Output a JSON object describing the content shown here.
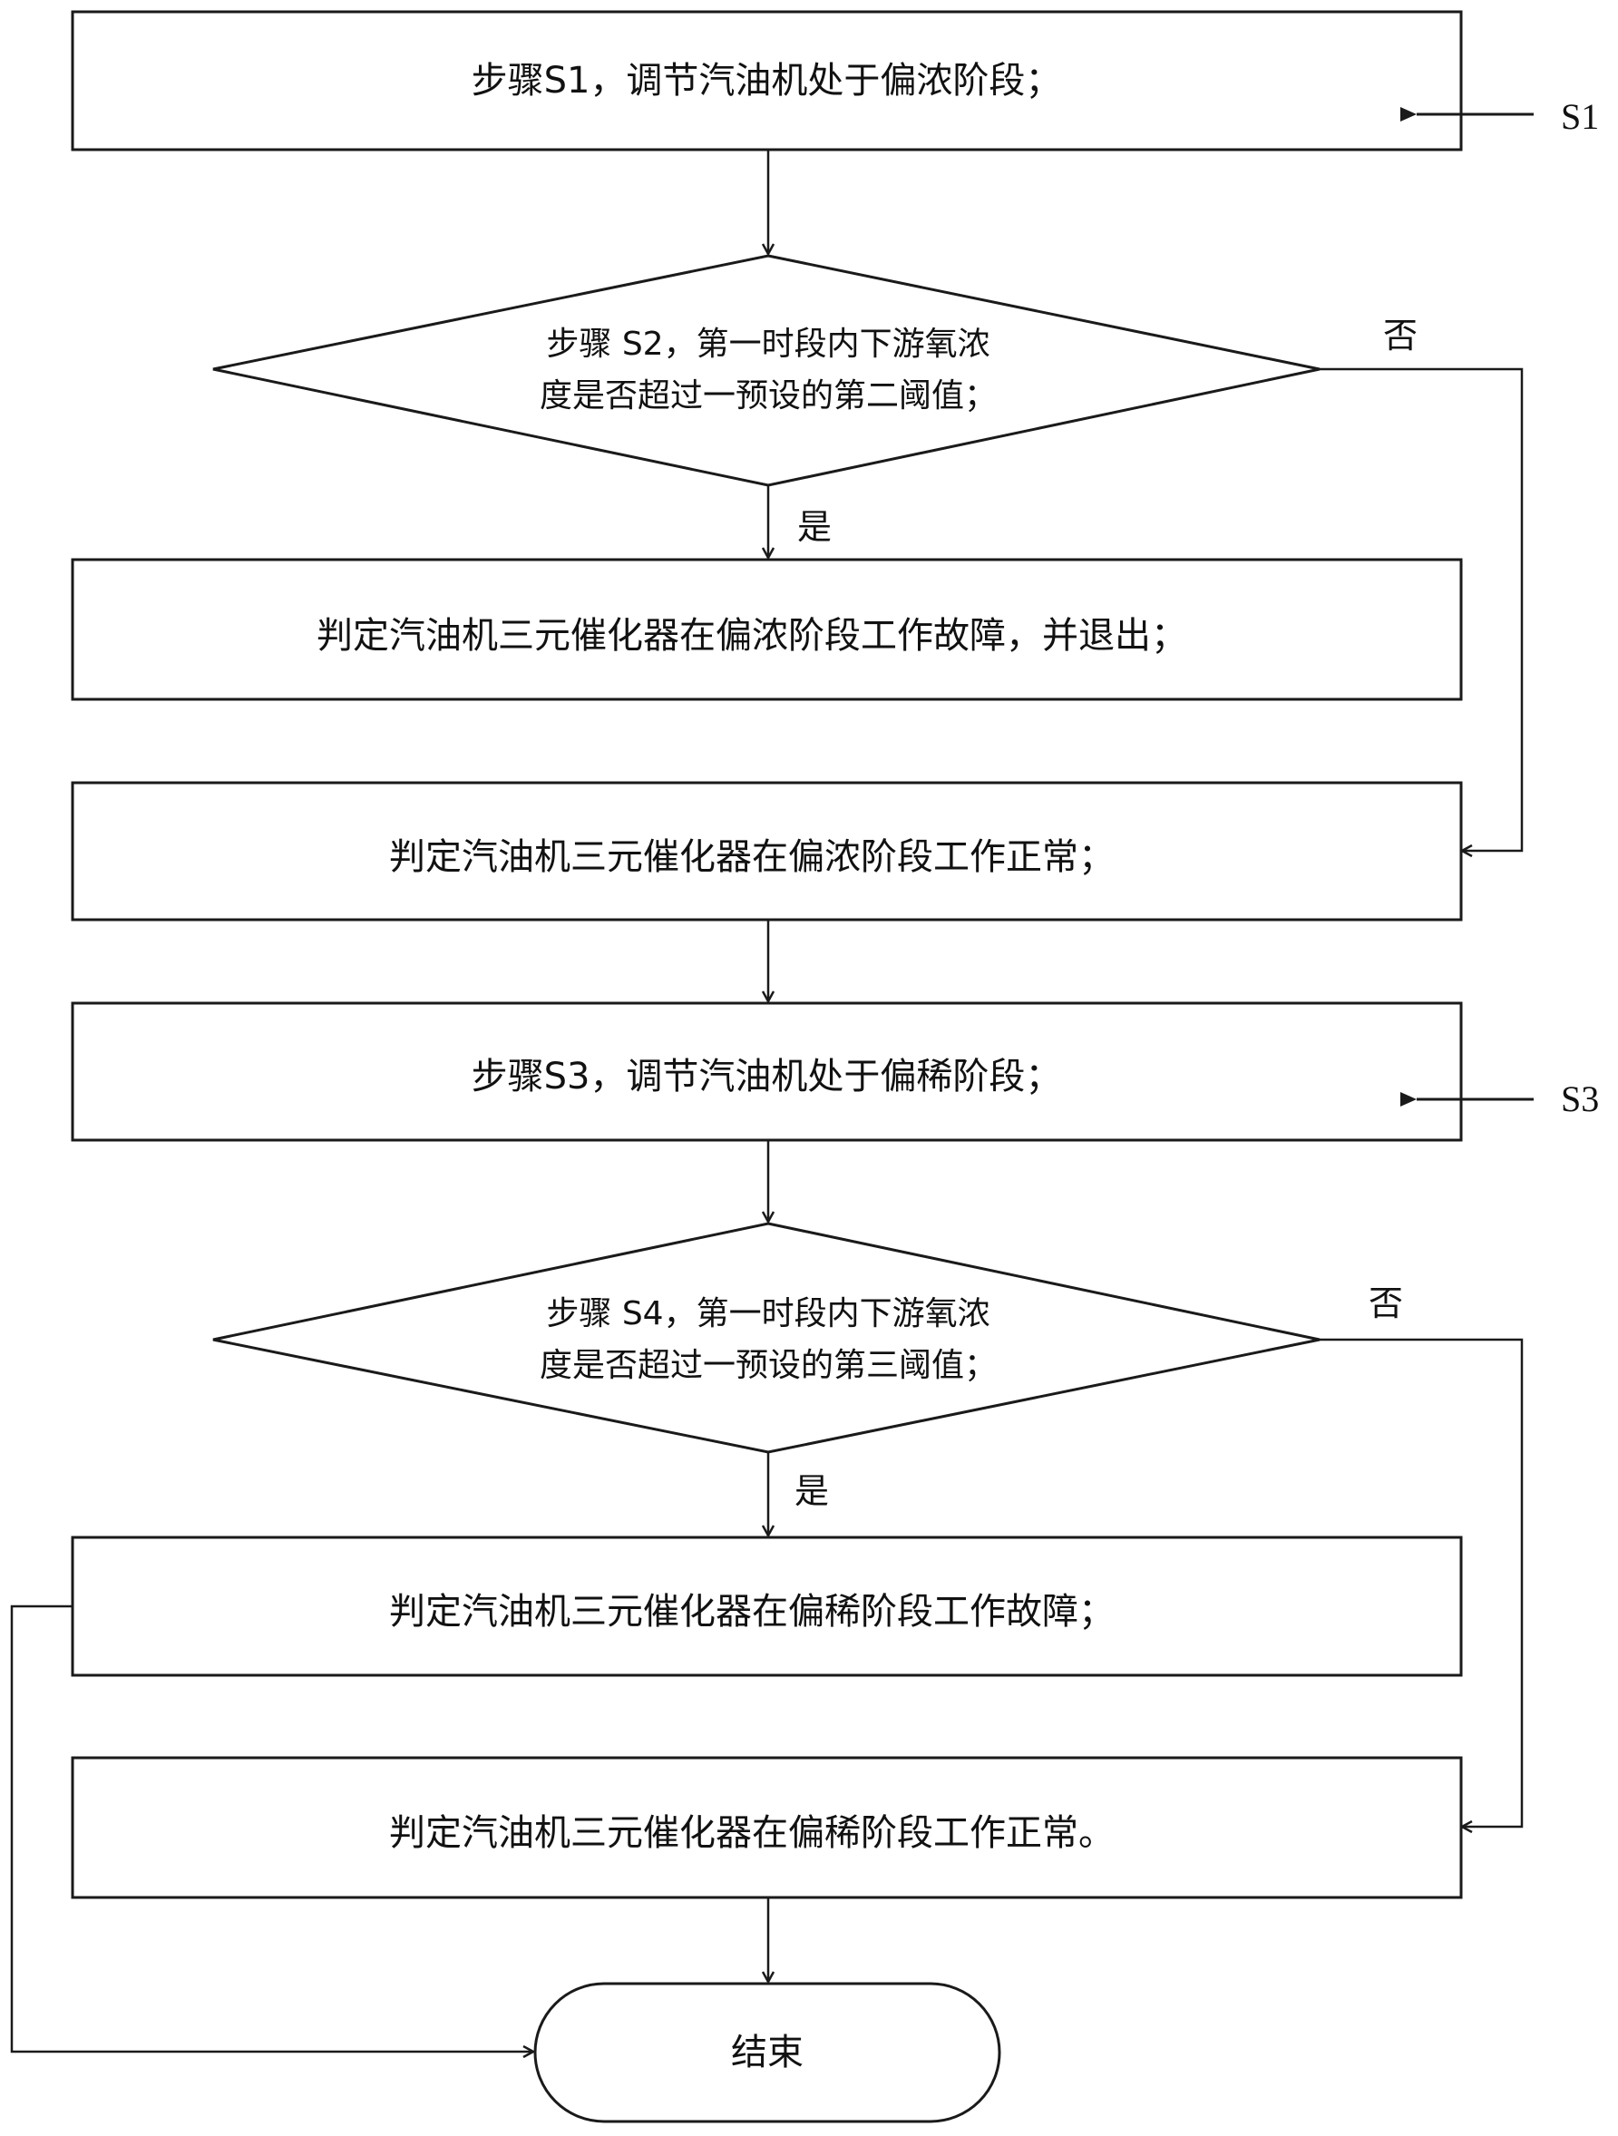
{
  "diagram": {
    "type": "flowchart",
    "nodes": {
      "s1_box": {
        "text": "步骤S1，调节汽油机处于偏浓阶段；"
      },
      "s2_decision": {
        "lines": [
          "步骤 S2，第一时段内下游氧浓",
          "度是否超过一预设的第二阈值；"
        ]
      },
      "rich_fault": {
        "text": "判定汽油机三元催化器在偏浓阶段工作故障，并退出；"
      },
      "rich_normal": {
        "text": "判定汽油机三元催化器在偏浓阶段工作正常；"
      },
      "s3_box": {
        "text": "步骤S3，调节汽油机处于偏稀阶段；"
      },
      "s4_decision": {
        "lines": [
          "步骤 S4，第一时段内下游氧浓",
          "度是否超过一预设的第三阈值；"
        ]
      },
      "lean_fault": {
        "text": "判定汽油机三元催化器在偏稀阶段工作故障；"
      },
      "lean_normal": {
        "text": "判定汽油机三元催化器在偏稀阶段工作正常。"
      },
      "end": {
        "text": "结束"
      }
    },
    "branch_labels": {
      "s2_no": "否",
      "s2_yes": "是",
      "s4_no": "否",
      "s4_yes": "是"
    },
    "step_markers": {
      "s1": "S1",
      "s3": "S3"
    },
    "edges": [
      {
        "from": "s1_box",
        "to": "s2_decision"
      },
      {
        "from": "s2_decision",
        "to": "rich_fault",
        "label": "是"
      },
      {
        "from": "s2_decision",
        "to": "rich_normal",
        "label": "否"
      },
      {
        "from": "rich_normal",
        "to": "s3_box"
      },
      {
        "from": "s3_box",
        "to": "s4_decision"
      },
      {
        "from": "s4_decision",
        "to": "lean_fault",
        "label": "是"
      },
      {
        "from": "s4_decision",
        "to": "lean_normal",
        "label": "否"
      },
      {
        "from": "lean_normal",
        "to": "end"
      },
      {
        "from": "lean_fault",
        "to": "end"
      }
    ]
  }
}
